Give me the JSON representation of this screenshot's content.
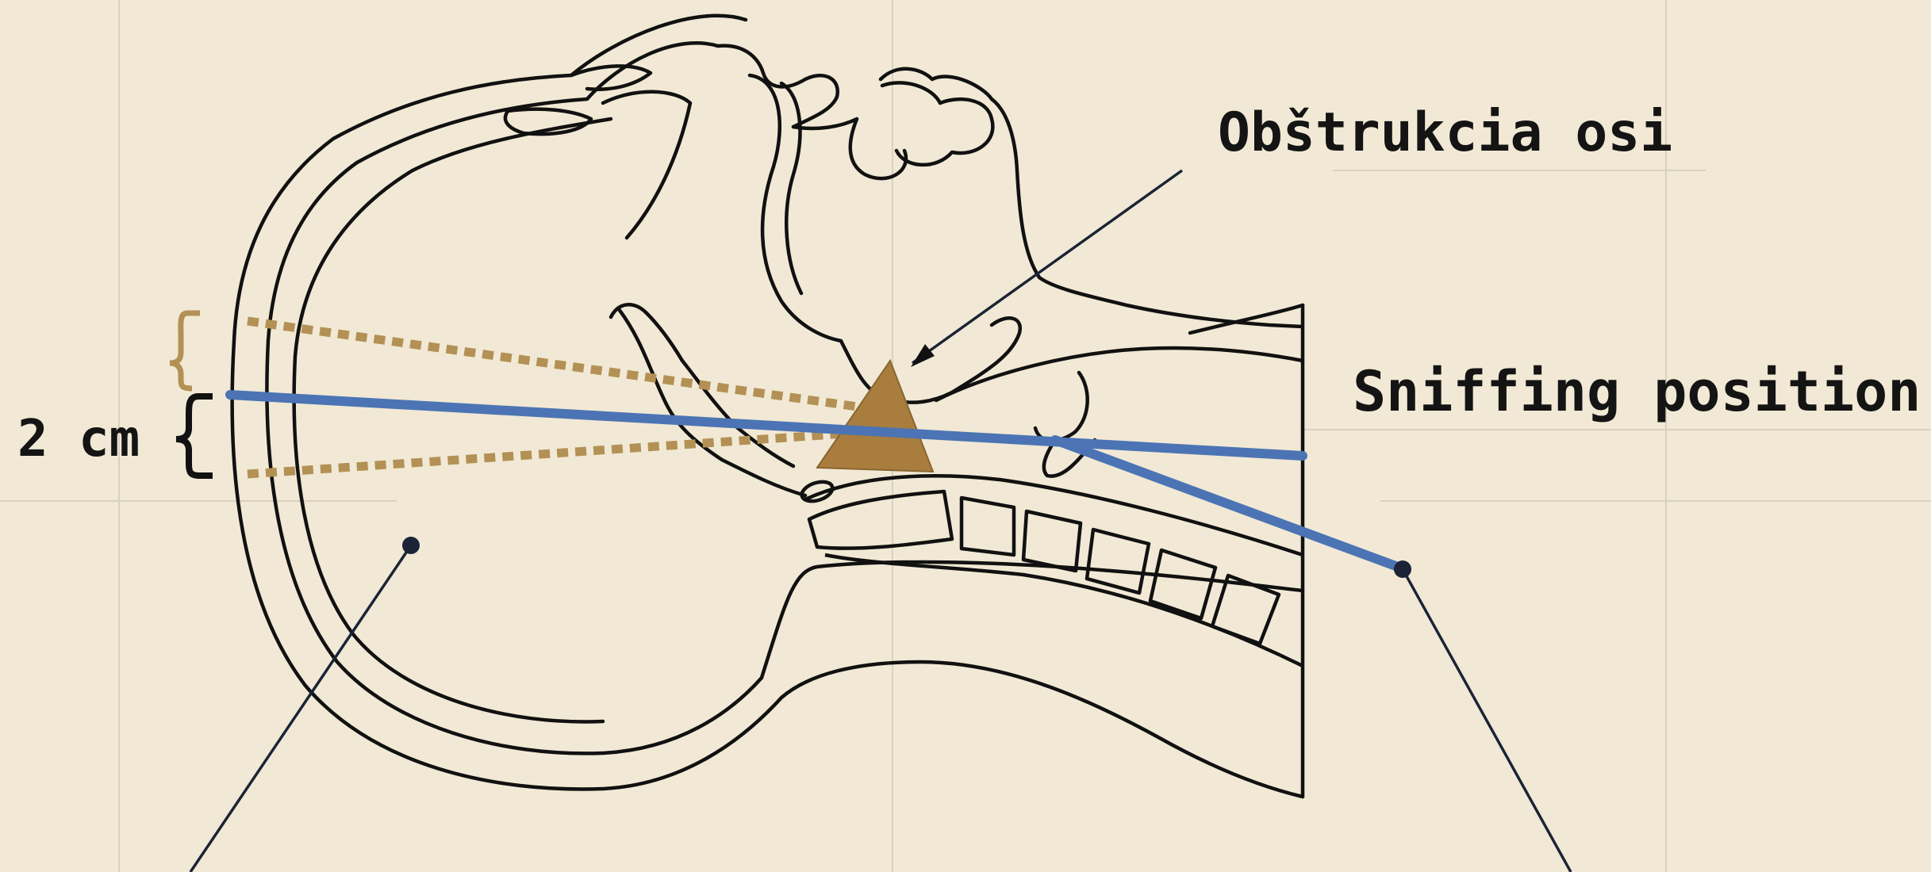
{
  "labels": {
    "obstruction": "Obštrukcia osi",
    "sniffing": "Sniffing position",
    "distance": "2 cm"
  },
  "colors": {
    "paper": "#f1e9d5",
    "grid": "#d8d1bf",
    "ink": "#111111",
    "axis_blue": "#4c74b4",
    "dotted_tan": "#b39155",
    "obstruction_fill": "#a97d3e",
    "pointer_dark": "#1b2436"
  }
}
